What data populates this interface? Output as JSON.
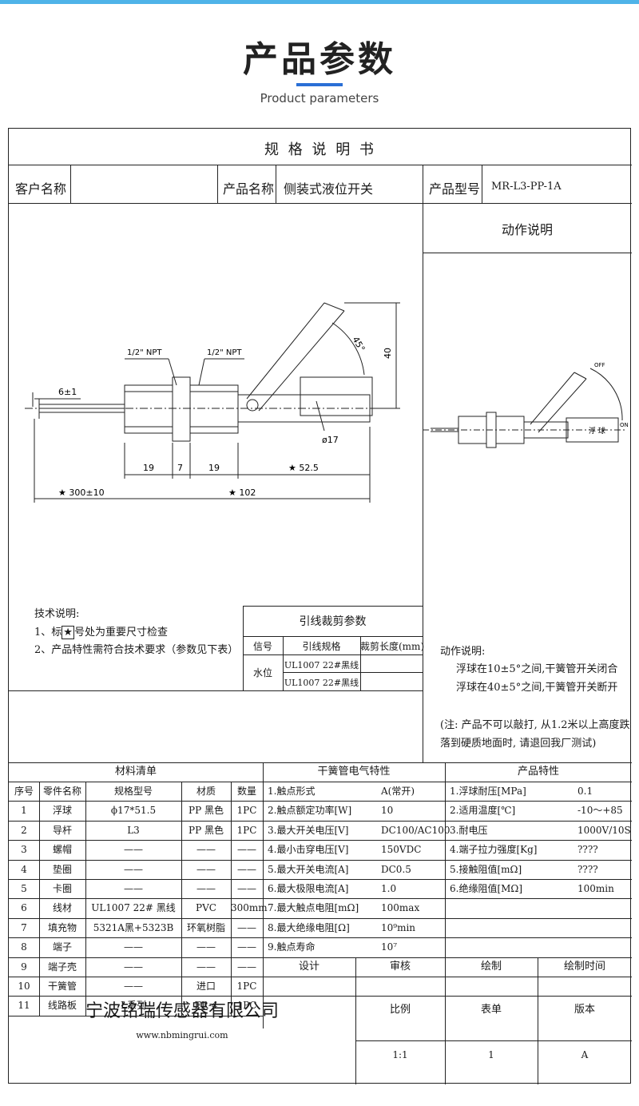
{
  "header": {
    "title": "产品参数",
    "subtitle": "Product parameters",
    "accent": "#2a6fd6"
  },
  "spec": {
    "title": "规 格 说 明 书",
    "customer_label": "客户名称",
    "customer_value": "",
    "product_name_label": "产品名称",
    "product_name_value": "侧装式液位开关",
    "model_label": "产品型号",
    "model_value": "MR-L3-PP-1A"
  },
  "drawing": {
    "npt_left": "1/2\" NPT",
    "npt_right": "1/2\" NPT",
    "dim_6": "6±1",
    "dim_19a": "19",
    "dim_7": "7",
    "dim_19b": "19",
    "dim_525": "★ 52.5",
    "dim_300": "★ 300±10",
    "dim_102": "★ 102",
    "dim_40": "40",
    "dim_45": "45°",
    "dim_phi17": "ø17"
  },
  "tech_notes": {
    "title": "技术说明:",
    "line1_a": "1、标",
    "line1_star": "★",
    "line1_b": "号处为重要尺寸检查",
    "line2": "2、产品特性需符合技术要求（参数见下表）"
  },
  "lead_table": {
    "title": "引线裁剪参数",
    "headers": [
      "信号",
      "引线规格",
      "裁剪长度(mm)"
    ],
    "signal": "水位",
    "rows": [
      {
        "spec": "UL1007 22#黑线",
        "length": ""
      },
      {
        "spec": "UL1007 22#黑线",
        "length": ""
      }
    ]
  },
  "action": {
    "title": "动作说明",
    "desc_title": "动作说明:",
    "line1": "浮球在10±5°之间,干簧管开关闭合",
    "line2": "浮球在40±5°之间,干簧管开关断开",
    "note_line1": "(注: 产品不可以敲打, 从1.2米以上高度跌",
    "note_line2": "落到硬质地面时, 请退回我厂测试)",
    "float_label": "浮 球",
    "off_label": "OFF",
    "on_label": "ON"
  },
  "materials": {
    "title": "材料清单",
    "headers": [
      "序号",
      "零件名称",
      "规格型号",
      "材质",
      "数量"
    ],
    "rows": [
      [
        "1",
        "浮球",
        "ϕ17*51.5",
        "PP 黑色",
        "1PC"
      ],
      [
        "2",
        "导杆",
        "L3",
        "PP 黑色",
        "1PC"
      ],
      [
        "3",
        "螺帽",
        "——",
        "——",
        "——"
      ],
      [
        "4",
        "垫圈",
        "——",
        "——",
        "——"
      ],
      [
        "5",
        "卡圈",
        "——",
        "——",
        "——"
      ],
      [
        "6",
        "线材",
        "UL1007 22# 黑线",
        "PVC",
        "300mm"
      ],
      [
        "7",
        "填充物",
        "5321A黑+5323B",
        "环氧树脂",
        "——"
      ],
      [
        "8",
        "端子",
        "——",
        "——",
        "——"
      ],
      [
        "9",
        "端子壳",
        "——",
        "——",
        "——"
      ],
      [
        "10",
        "干簧管",
        "——",
        "进口",
        "1PC"
      ],
      [
        "11",
        "线路板",
        "L系列",
        "FR-4",
        "1PC"
      ]
    ]
  },
  "reed": {
    "title": "干簧管电气特性",
    "rows": [
      [
        "1.触点形式",
        "A(常开)"
      ],
      [
        "2.触点额定功率[W]",
        "10"
      ],
      [
        "3.最大开关电压[V]",
        "DC100/AC100"
      ],
      [
        "4.最小击穿电压[V]",
        "150VDC"
      ],
      [
        "5.最大开关电流[A]",
        "DC0.5"
      ],
      [
        "6.最大极限电流[A]",
        "1.0"
      ],
      [
        "7.最大触点电阻[mΩ]",
        "100max"
      ],
      [
        "8.最大绝缘电阻[Ω]",
        "10⁹min"
      ],
      [
        "9.触点寿命",
        "10⁷"
      ]
    ]
  },
  "product_props": {
    "title": "产品特性",
    "rows": [
      [
        "1.浮球耐压[MPa]",
        "0.1"
      ],
      [
        "2.适用温度[℃]",
        "-10～+85"
      ],
      [
        "3.耐电压",
        "1000V/10S"
      ],
      [
        "4.端子拉力强度[Kg]",
        "????"
      ],
      [
        "5.接触阻值[mΩ]",
        "????"
      ],
      [
        "6.绝缘阻值[MΩ]",
        "100min"
      ]
    ]
  },
  "signoff": {
    "headers": [
      "设计",
      "审核",
      "绘制",
      "绘制时间"
    ],
    "values": [
      "",
      "",
      "",
      ""
    ]
  },
  "company": {
    "name": "宁波铭瑞传感器有限公司",
    "url": "www.nbmingrui.com",
    "scale_label": "比例",
    "scale_value": "1:1",
    "sheet_label": "表单",
    "sheet_value": "1",
    "version_label": "版本",
    "version_value": "A"
  }
}
